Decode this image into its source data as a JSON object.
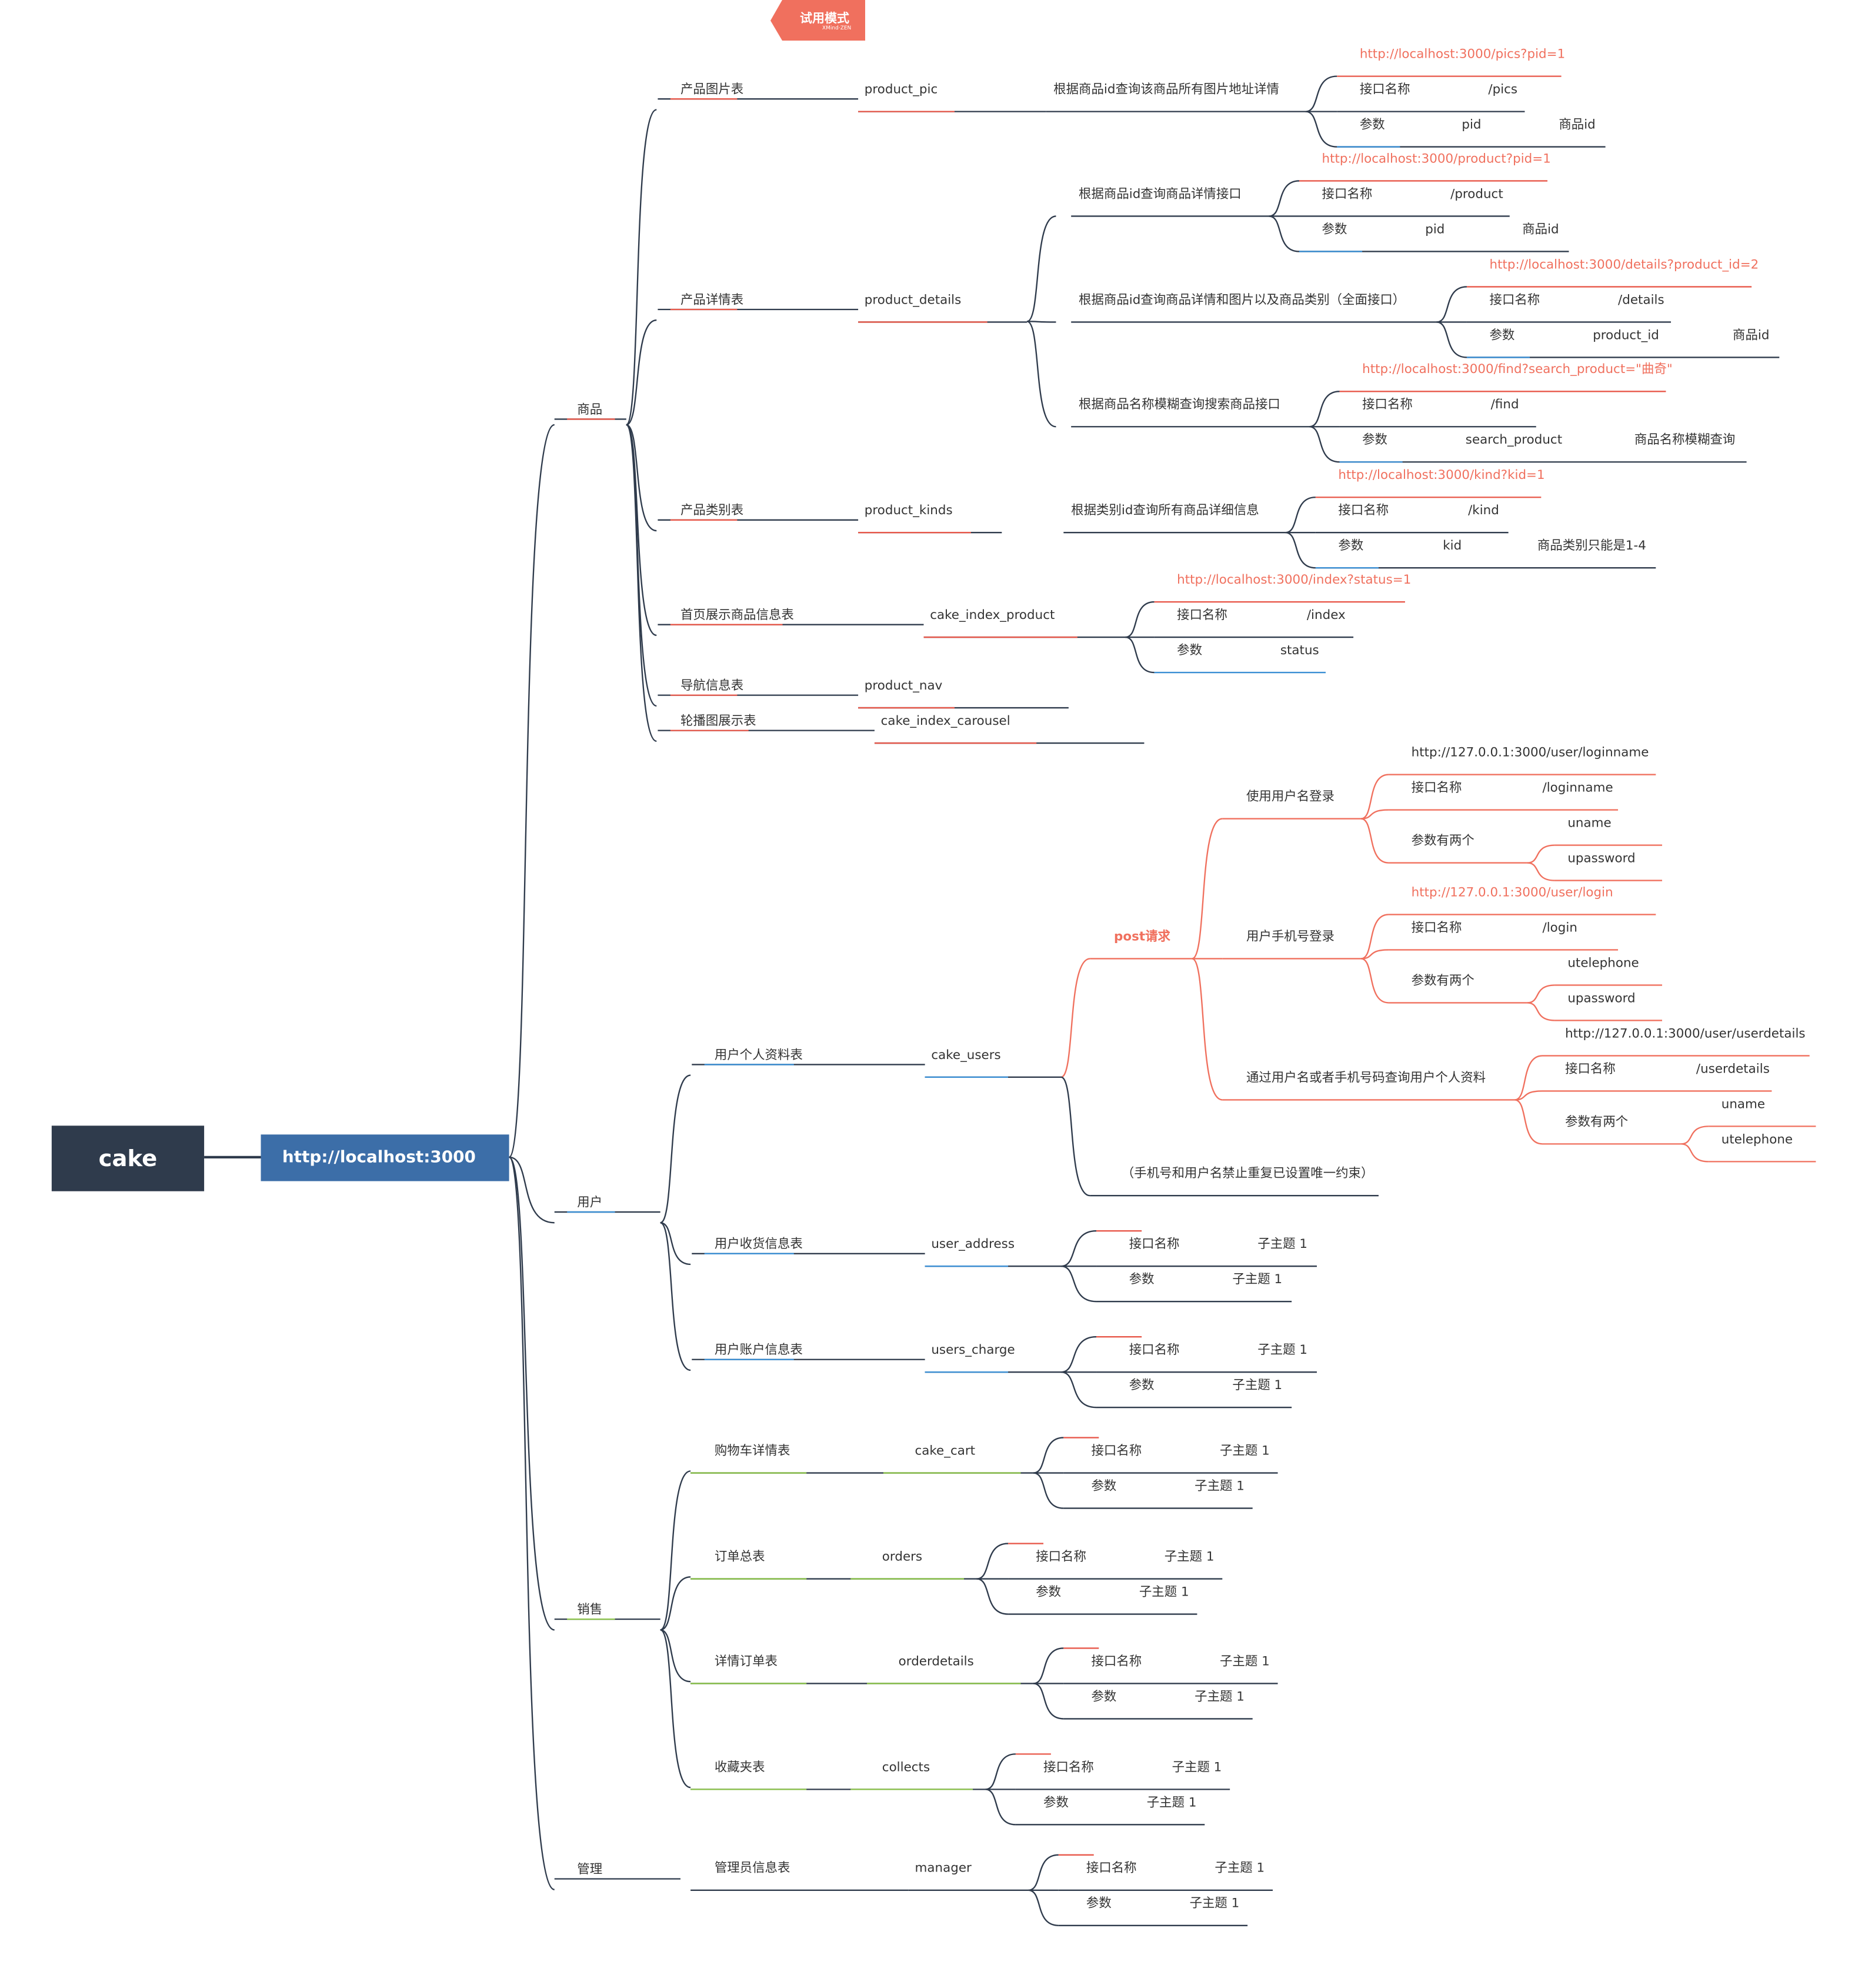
{
  "root": {
    "label": "cake",
    "url": "http://localhost:3000"
  },
  "watermark": {
    "title": "试用模式",
    "brand": "XMind·ZEN"
  },
  "colors": {
    "goods": "#e8584a",
    "users": "#3b8fd4",
    "sales": "#8bc34a",
    "admin": "#e8584a",
    "post": "#f0705e",
    "dark": "#2f3b4c",
    "url_node": "#3c6ea8"
  },
  "branches": [
    {
      "label": "商品",
      "tables": [
        {
          "label": "产品图片表",
          "table": "product_pic",
          "apis": [
            {
              "label": "根据商品id查询该商品所有图片地址详情",
              "url": "http://localhost:3000/pics?pid=1",
              "name_label": "接口名称",
              "name": "/pics",
              "param_label": "参数",
              "params": [
                "pid",
                "商品id"
              ]
            }
          ]
        },
        {
          "label": "产品详情表",
          "table": "product_details",
          "apis": [
            {
              "label": "根据商品id查询商品详情接口",
              "url": "http://localhost:3000/product?pid=1",
              "name_label": "接口名称",
              "name": "/product",
              "param_label": "参数",
              "params": [
                "pid",
                "商品id"
              ]
            },
            {
              "label": "根据商品id查询商品详情和图片以及商品类别（全面接口）",
              "url": "http://localhost:3000/details?product_id=2",
              "name_label": "接口名称",
              "name": "/details",
              "param_label": "参数",
              "params": [
                "product_id",
                "商品id"
              ]
            },
            {
              "label": "根据商品名称模糊查询搜索商品接口",
              "url": "http://localhost:3000/find?search_product=\"曲奇\"",
              "name_label": "接口名称",
              "name": "/find",
              "param_label": "参数",
              "params": [
                "search_product",
                "商品名称模糊查询"
              ]
            }
          ]
        },
        {
          "label": "产品类别表",
          "table": "product_kinds",
          "apis": [
            {
              "label": "根据类别id查询所有商品详细信息",
              "url": "http://localhost:3000/kind?kid=1",
              "name_label": "接口名称",
              "name": "/kind",
              "param_label": "参数",
              "params": [
                "kid",
                "商品类别只能是1-4"
              ]
            }
          ]
        },
        {
          "label": "首页展示商品信息表",
          "table": "cake_index_product",
          "endpoint": {
            "url": "http://localhost:3000/index?status=1",
            "name_label": "接口名称",
            "name": "/index",
            "param_label": "参数",
            "params": [
              "status"
            ]
          }
        },
        {
          "label": "导航信息表",
          "table": "product_nav"
        },
        {
          "label": "轮播图展示表",
          "table": "cake_index_carousel"
        }
      ]
    },
    {
      "label": "用户",
      "tables": [
        {
          "label": "用户个人资料表",
          "table": "cake_users",
          "post": {
            "label": "post请求",
            "apis": [
              {
                "label": "使用用户名登录",
                "url": "http://127.0.0.1:3000/user/loginname",
                "name_label": "接口名称",
                "name": "/loginname",
                "param_label": "参数有两个",
                "params": [
                  "uname",
                  "upassword"
                ]
              },
              {
                "label": "用户手机号登录",
                "url": "http://127.0.0.1:3000/user/login",
                "name_label": "接口名称",
                "name": "/login",
                "param_label": "参数有两个",
                "params": [
                  "utelephone",
                  "upassword"
                ]
              },
              {
                "label": "通过用户名或者手机号码查询用户个人资料",
                "url": "http://127.0.0.1:3000/user/userdetails",
                "name_label": "接口名称",
                "name": "/userdetails",
                "param_label": "参数有两个",
                "params": [
                  "uname",
                  "utelephone"
                ]
              }
            ]
          },
          "note": "（手机号和用户名禁止重复已设置唯一约束）"
        },
        {
          "label": "用户收货信息表",
          "table": "user_address",
          "stub": {
            "name_label": "接口名称",
            "name": "子主题 1",
            "param_label": "参数",
            "param": "子主题 1"
          }
        },
        {
          "label": "用户账户信息表",
          "table": "users_charge",
          "stub": {
            "name_label": "接口名称",
            "name": "子主题 1",
            "param_label": "参数",
            "param": "子主题 1"
          }
        }
      ]
    },
    {
      "label": "销售",
      "tables": [
        {
          "label": "购物车详情表",
          "table": "cake_cart",
          "stub": {
            "name_label": "接口名称",
            "name": "子主题 1",
            "param_label": "参数",
            "param": "子主题 1"
          }
        },
        {
          "label": "订单总表",
          "table": "orders",
          "stub": {
            "name_label": "接口名称",
            "name": "子主题 1",
            "param_label": "参数",
            "param": "子主题 1"
          }
        },
        {
          "label": "详情订单表",
          "table": "orderdetails",
          "stub": {
            "name_label": "接口名称",
            "name": "子主题 1",
            "param_label": "参数",
            "param": "子主题 1"
          }
        },
        {
          "label": "收藏夹表",
          "table": "collects",
          "stub": {
            "name_label": "接口名称",
            "name": "子主题 1",
            "param_label": "参数",
            "param": "子主题 1"
          }
        }
      ]
    },
    {
      "label": "管理",
      "tables": [
        {
          "label": "管理员信息表",
          "table": "manager",
          "stub": {
            "name_label": "接口名称",
            "name": "子主题 1",
            "param_label": "参数",
            "param": "子主题 1"
          }
        }
      ]
    }
  ]
}
